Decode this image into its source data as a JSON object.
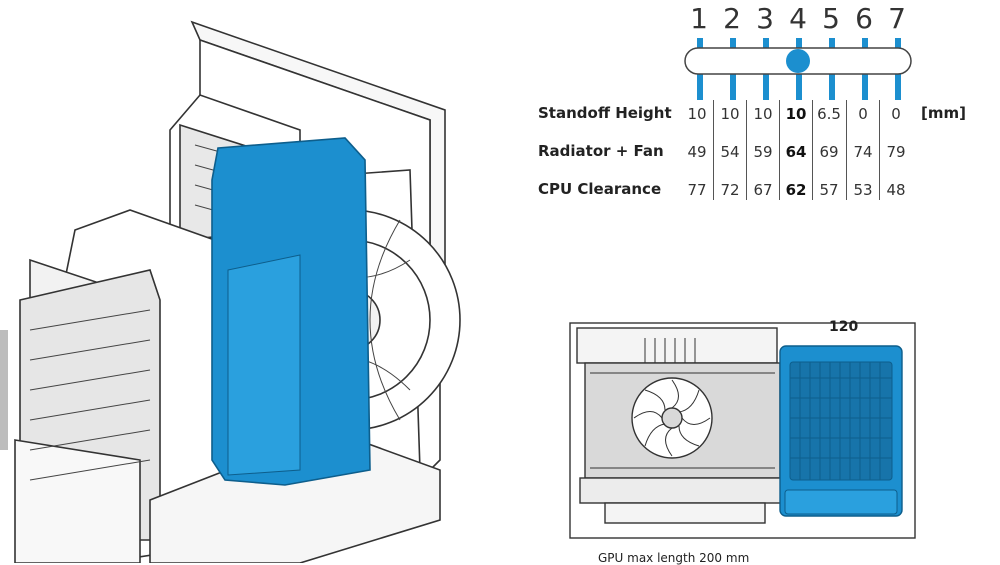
{
  "positions": [
    "1",
    "2",
    "3",
    "4",
    "5",
    "6",
    "7"
  ],
  "selected_position": "4",
  "table": {
    "unit": "[mm]",
    "rows": [
      {
        "label": "Standoff Height",
        "values": [
          "10",
          "10",
          "10",
          "10",
          "6.5",
          "0",
          "0"
        ]
      },
      {
        "label": "Radiator + Fan",
        "values": [
          "49",
          "54",
          "59",
          "64",
          "69",
          "74",
          "79"
        ]
      },
      {
        "label": "CPU Clearance",
        "values": [
          "77",
          "72",
          "67",
          "62",
          "57",
          "53",
          "48"
        ]
      }
    ]
  },
  "radiator_size_label": "120",
  "gpu_caption": "GPU max length 200 mm",
  "colors": {
    "accent": "#1c8fcf",
    "line": "#333333",
    "grey": "#d9d9d9"
  }
}
